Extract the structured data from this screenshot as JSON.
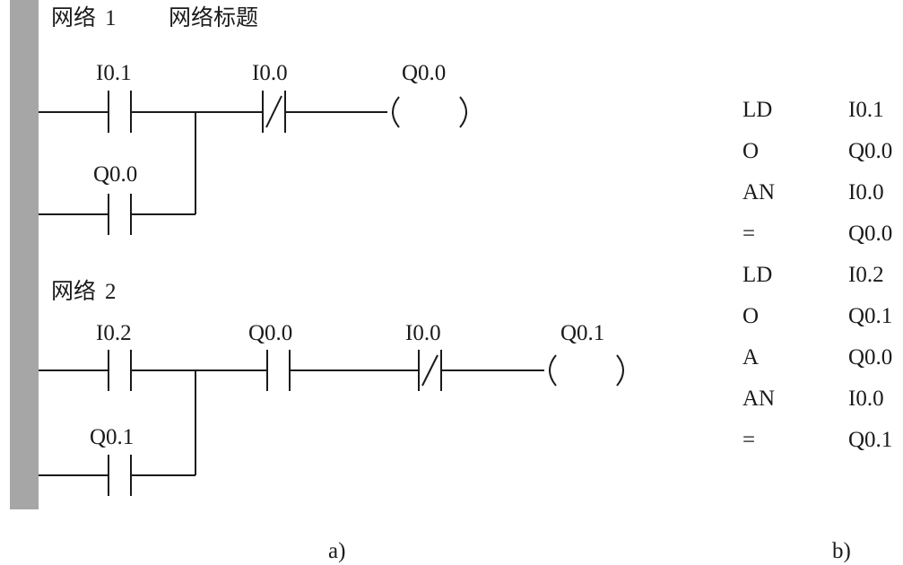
{
  "colors": {
    "ink": "#1a1a1a",
    "power_rail": "#a6a6a6"
  },
  "network1": {
    "prefix": "网络",
    "number": "1",
    "title": "网络标题",
    "contact_i01": "I0.1",
    "contact_i00": "I0.0",
    "coil_q00": "Q0.0",
    "branch_q00": "Q0.0"
  },
  "network2": {
    "prefix": "网络",
    "number": "2",
    "contact_i02": "I0.2",
    "contact_q00": "Q0.0",
    "contact_i00": "I0.0",
    "coil_q01": "Q0.1",
    "branch_q01": "Q0.1"
  },
  "statement_list": [
    {
      "op": "LD",
      "operand": "I0.1"
    },
    {
      "op": "O",
      "operand": "Q0.0"
    },
    {
      "op": "AN",
      "operand": "I0.0"
    },
    {
      "op": "=",
      "operand": "Q0.0"
    },
    {
      "op": "LD",
      "operand": "I0.2"
    },
    {
      "op": "O",
      "operand": "Q0.1"
    },
    {
      "op": "A",
      "operand": "Q0.0"
    },
    {
      "op": "AN",
      "operand": "I0.0"
    },
    {
      "op": "=",
      "operand": "Q0.1"
    }
  ],
  "captions": {
    "a": "a)",
    "b": "b)"
  }
}
